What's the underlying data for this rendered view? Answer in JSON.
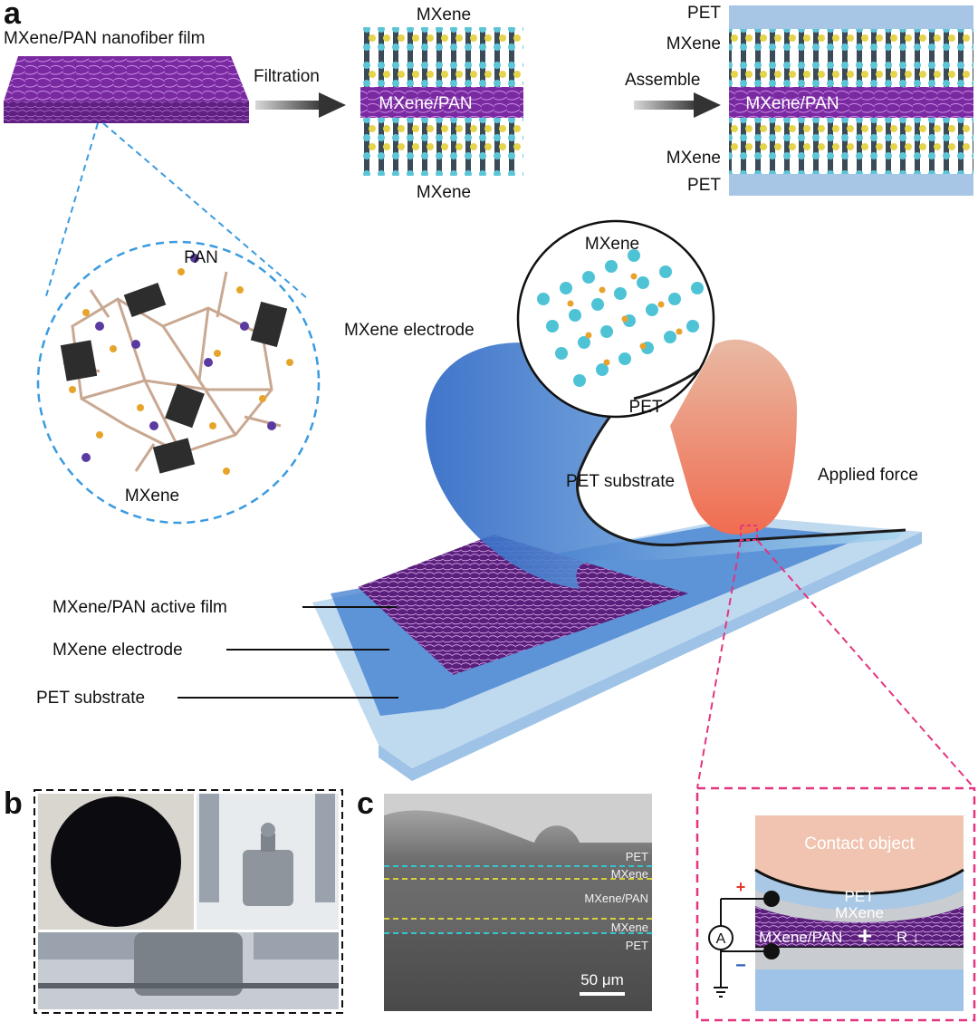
{
  "panels": {
    "a": {
      "letter": "a",
      "film_title": "MXene/PAN nanofiber film",
      "step1": "Filtration",
      "step2": "Assemble",
      "stack1": {
        "top": "MXene",
        "middle": "MXene/PAN",
        "bottom": "MXene"
      },
      "stack2": {
        "top_pet": "PET",
        "top_mx": "MXene",
        "middle": "MXene/PAN",
        "bot_mx": "MXene",
        "bot_pet": "PET"
      },
      "zoom_circle": {
        "pan": "PAN",
        "mxene": "MXene"
      },
      "atom_circle": {
        "mxene": "MXene",
        "pet": "PET"
      },
      "device": {
        "electrode_top": "MXene electrode",
        "pet_substrate_top": "PET substrate",
        "applied_force": "Applied force",
        "active_film": "MXene/PAN active film",
        "electrode": "MXene electrode",
        "substrate": "PET substrate"
      },
      "inset": {
        "contact": "Contact object",
        "pet": "PET",
        "mxene": "MXene",
        "mxene_pan": "MXene/PAN",
        "ammeter": "A",
        "plus": "+",
        "minus": "−",
        "resistance": "R ↓"
      }
    },
    "b": {
      "letter": "b"
    },
    "c": {
      "letter": "c",
      "layers": [
        "PET",
        "MXene",
        "MXene/PAN",
        "MXene",
        "PET"
      ],
      "scale_bar": "50 μm"
    }
  },
  "colors": {
    "purple": "#7a2aa0",
    "mxene_cyan": "#4fc3d6",
    "mxene_yellow": "#e8d84a",
    "pet_blue": "#9ec3e6",
    "pink_dash": "#e4347f",
    "blue_dash": "#3a9be0",
    "finger": "#e88a6e"
  }
}
